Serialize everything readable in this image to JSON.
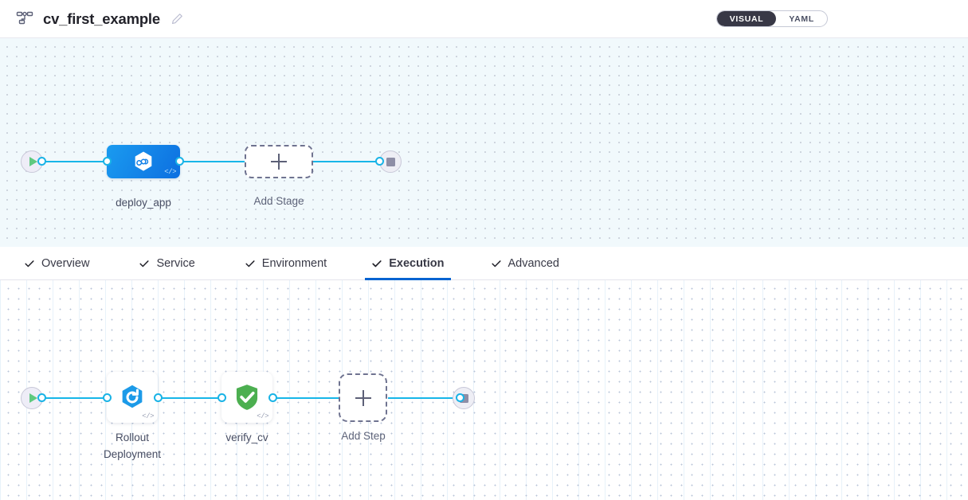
{
  "header": {
    "icon": "pipeline-flow-icon",
    "title": "cv_first_example",
    "edit_icon": "pencil-edit-icon",
    "view_toggle": {
      "options": [
        "VISUAL",
        "YAML"
      ],
      "selected": "VISUAL"
    }
  },
  "stage_canvas": {
    "start_node": {
      "name": "pipeline-start",
      "icon": "play-icon"
    },
    "end_node": {
      "name": "pipeline-end",
      "icon": "stop-icon"
    },
    "stages": [
      {
        "label": "deploy_app",
        "icon": "deployment-hexagon-icon",
        "badge": "</>",
        "selected": true,
        "color": "#0d77e4"
      }
    ],
    "add_stage": {
      "label": "Add Stage",
      "icon": "plus-icon"
    }
  },
  "tabs": [
    {
      "label": "Overview",
      "checked": true,
      "active": false
    },
    {
      "label": "Service",
      "checked": true,
      "active": false
    },
    {
      "label": "Environment",
      "checked": true,
      "active": false
    },
    {
      "label": "Execution",
      "checked": true,
      "active": true
    },
    {
      "label": "Advanced",
      "checked": true,
      "active": false
    }
  ],
  "step_canvas": {
    "start_node": {
      "name": "execution-start",
      "icon": "play-icon"
    },
    "end_node": {
      "name": "execution-end",
      "icon": "stop-icon"
    },
    "steps": [
      {
        "label": "Rollout\nDeployment",
        "icon": "rollout-deployment-hexagon-icon",
        "badge": "</>",
        "color": "#1c9ae8"
      },
      {
        "label": "verify_cv",
        "icon": "verify-shield-check-icon",
        "badge": "</>",
        "color": "#4caf50"
      }
    ],
    "add_step": {
      "label": "Add Step",
      "icon": "plus-icon"
    }
  },
  "colors": {
    "accent_blue": "#0263d1",
    "edge_blue": "#17b6e8",
    "stage_blue": "#0d77e4",
    "verify_green": "#4caf50",
    "toggle_dark": "#383846",
    "canvas_top_bg": "#f1f9fc",
    "canvas_bottom_bg": "#ffffff"
  }
}
